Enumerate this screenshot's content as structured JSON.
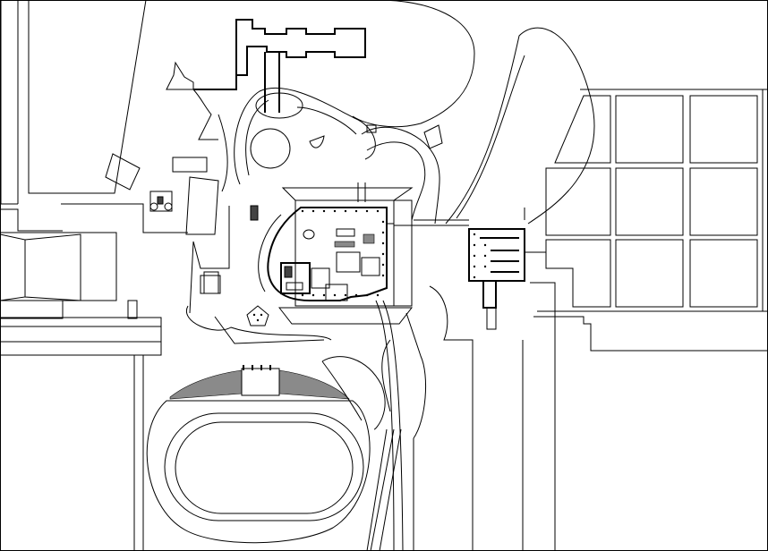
{
  "drawing": {
    "type": "site-plan",
    "background_color": "#ffffff",
    "line_color": "#000000",
    "fill_color_dark": "#444444",
    "fill_color_grey": "#8a8a8a",
    "visible_text": []
  },
  "elements": [
    {
      "name": "site-boundary",
      "kind": "outline"
    },
    {
      "name": "north-building-wings",
      "kind": "building"
    },
    {
      "name": "roundabout-loop",
      "kind": "road"
    },
    {
      "name": "campus-road-network",
      "kind": "road"
    },
    {
      "name": "main-complex",
      "kind": "building"
    },
    {
      "name": "east-building",
      "kind": "building"
    },
    {
      "name": "east-field-grid",
      "kind": "parcel"
    },
    {
      "name": "west-buildings",
      "kind": "building"
    },
    {
      "name": "stadium-grandstand",
      "kind": "structure"
    },
    {
      "name": "running-track",
      "kind": "track"
    },
    {
      "name": "southern-roads",
      "kind": "road"
    }
  ]
}
